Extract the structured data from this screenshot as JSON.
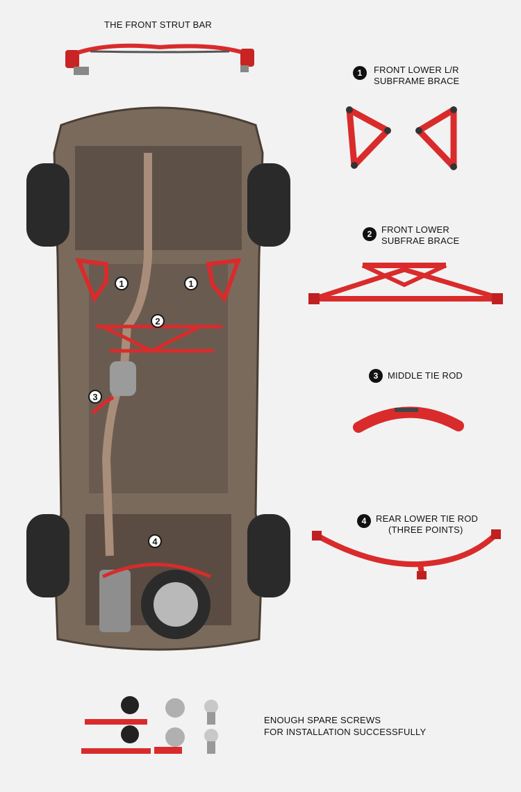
{
  "labels": {
    "strut_bar": "THE FRONT STRUT BAR",
    "part1_line1": "FRONT LOWER L/R",
    "part1_line2": "SUBFRAME BRACE",
    "part2_line1": "FRONT LOWER",
    "part2_line2": "SUBFRAE BRACE",
    "part3": "MIDDLE TIE ROD",
    "part4_line1": "REAR LOWER TIE ROD",
    "part4_line2": "(THREE POINTS)",
    "screws_line1": "ENOUGH SPARE SCREWS",
    "screws_line2": "FOR INSTALLATION SUCCESSFULLY"
  },
  "badges": {
    "one": "1",
    "two": "2",
    "three": "3",
    "four": "4"
  },
  "colors": {
    "brace_red": "#d92b2b",
    "chassis": "#6f5f52",
    "tire": "#2a2a2a"
  }
}
